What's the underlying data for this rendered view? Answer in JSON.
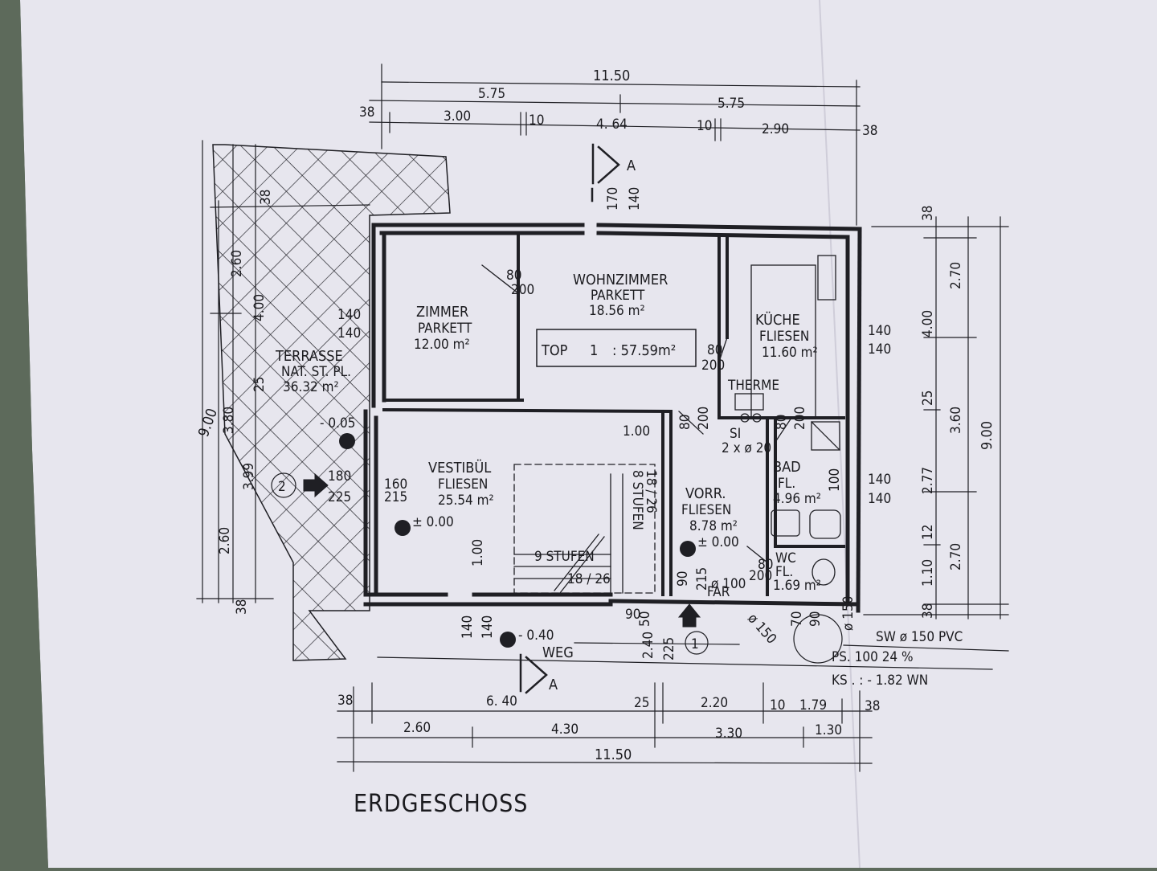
{
  "colors": {
    "paper": "#e7e6ee",
    "ink": "#1f1f24",
    "background": "#5d6a5b"
  },
  "drawing": {
    "title": "ERDGESCHOSS",
    "top_label": "TOP",
    "top_number": "1",
    "top_area": ": 57.59m²",
    "section_marker": "A",
    "entrance_marker_1": "1",
    "entrance_marker_2": "2"
  },
  "rooms": {
    "zimmer": {
      "name": "ZIMMER",
      "floor": "PARKETT",
      "area": "12.00 m²"
    },
    "wohnzimmer": {
      "name": "WOHNZIMMER",
      "floor": "PARKETT",
      "area": "18.56 m²"
    },
    "kueche": {
      "name": "KÜCHE",
      "floor": "FLIESEN",
      "area": "11.60 m²"
    },
    "terrasse": {
      "name": "TERRASSE",
      "floor": "NAT. ST. PL.",
      "area": "36.32 m²"
    },
    "vestibuel": {
      "name": "VESTIBÜL",
      "floor": "FLIESEN",
      "area": "25.54 m²"
    },
    "vorraum": {
      "name": "VORR.",
      "floor": "FLIESEN",
      "area": "8.78 m²"
    },
    "bad": {
      "name": "BAD",
      "floor": "FL.",
      "area": "4.96 m²"
    },
    "wc": {
      "name": "WC",
      "floor": "FL.",
      "area": "1.69 m²"
    }
  },
  "labels": {
    "therme": "THERME",
    "si": "SI",
    "si_pipe": "2 x ø 20",
    "far": "FAR",
    "far_pipe": "ø 100",
    "stairs_up": "9 STUFEN",
    "stairs_up_ratio": "18 / 26",
    "stairs_side": "8 STUFEN",
    "stairs_side_ratio": "18 / 26",
    "weg": "WEG",
    "sw_pipe": "SW ø 150   PVC",
    "ps": "PS.   100   24 %",
    "ks": "KS . : - 1.82 WN",
    "pipe_150": "ø 150",
    "level_vest": "± 0.00",
    "level_vorr": "± 0.00",
    "level_ter": "- 0.05",
    "level_weg": "- 0.40"
  },
  "dims_top": {
    "total": "11.50",
    "half_left": "5.75",
    "half_right": "5.75",
    "d38a": "38",
    "d300": "3.00",
    "d10a": "10",
    "d464": "4. 64",
    "d10b": "10",
    "d290": "2.90",
    "d38b": "38"
  },
  "dims_bottom": {
    "total": "11.50",
    "d38a": "38",
    "d640": "6. 40",
    "d25": "25",
    "d220": "2.20",
    "d10": "10",
    "d179": "1.79",
    "d38b": "38",
    "d260": "2.60",
    "d430": "4.30",
    "d330": "3.30",
    "d130": "1.30"
  },
  "dims_right": {
    "d38a": "38",
    "d270a": "2.70",
    "d400": "4.00",
    "d25": "25",
    "d360": "3.60",
    "d900": "9.00",
    "d277": "2.77",
    "d12": "12",
    "d110": "1.10",
    "d270b": "2.70",
    "d38b": "38"
  },
  "dims_left": {
    "d260a": "2.60",
    "d400": "4.00",
    "d25": "25",
    "d900": "9.00",
    "d380": "3.80",
    "d399": "3.99",
    "d260b": "2.60",
    "d38": "38",
    "d38top": "38"
  },
  "openings": {
    "w170": "170",
    "w140": "140",
    "d80a": "80",
    "d200a": "200",
    "w140a": "140",
    "w140b": "140",
    "d80b": "80",
    "d200b": "200",
    "d80c": "80",
    "d200c": "200",
    "d80d": "80",
    "d200d": "200",
    "k140a": "140",
    "k140b": "140",
    "b140a": "140",
    "b140b": "140",
    "b100": "100",
    "d180": "180",
    "d225": "225",
    "d160": "160",
    "d215": "215",
    "s100": "1.00",
    "v100": "1.00",
    "e140a": "140",
    "e140b": "140",
    "e90": "90",
    "e50": "50",
    "e240": "2.40",
    "e225": "225",
    "f90": "90",
    "f215": "215",
    "w80": "80",
    "w200": "200",
    "c70": "70",
    "c90": "90",
    "c150": "ø 150"
  }
}
